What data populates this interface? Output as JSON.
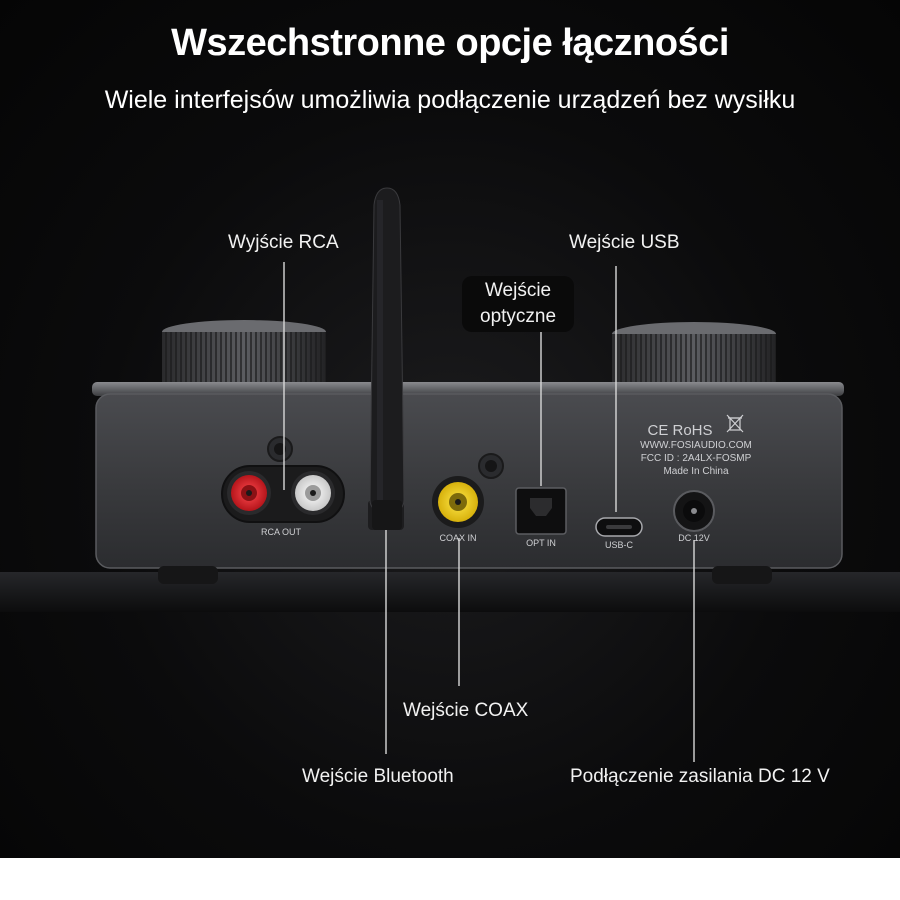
{
  "header": {
    "title": "Wszechstronne opcje łączności",
    "subtitle": "Wiele interfejsów umożliwia podłączenie urządzeń bez wysiłku"
  },
  "callouts": {
    "rca": "Wyjście RCA",
    "usb": "Wejście USB",
    "optical_line1": "Wejście",
    "optical_line2": "optyczne",
    "coax": "Wejście COAX",
    "bluetooth": "Wejście Bluetooth",
    "power": "Podłączenie zasilania DC 12 V"
  },
  "device_print": {
    "rca_out": "RCA OUT",
    "coax_in": "COAX IN",
    "opt_in": "OPT IN",
    "usb_c": "USB-C",
    "dc": "DC 12V",
    "ce_rohs": "CE RoHS",
    "website": "WWW.FOSIAUDIO.COM",
    "fcc": "FCC ID : 2A4LX-FOSMP",
    "made_in": "Made In China"
  },
  "colors": {
    "background": "#0b0b0c",
    "rca_left": "#d81f26",
    "rca_right": "#ffffff",
    "coax": "#f2d21b",
    "text": "#ffffff"
  }
}
